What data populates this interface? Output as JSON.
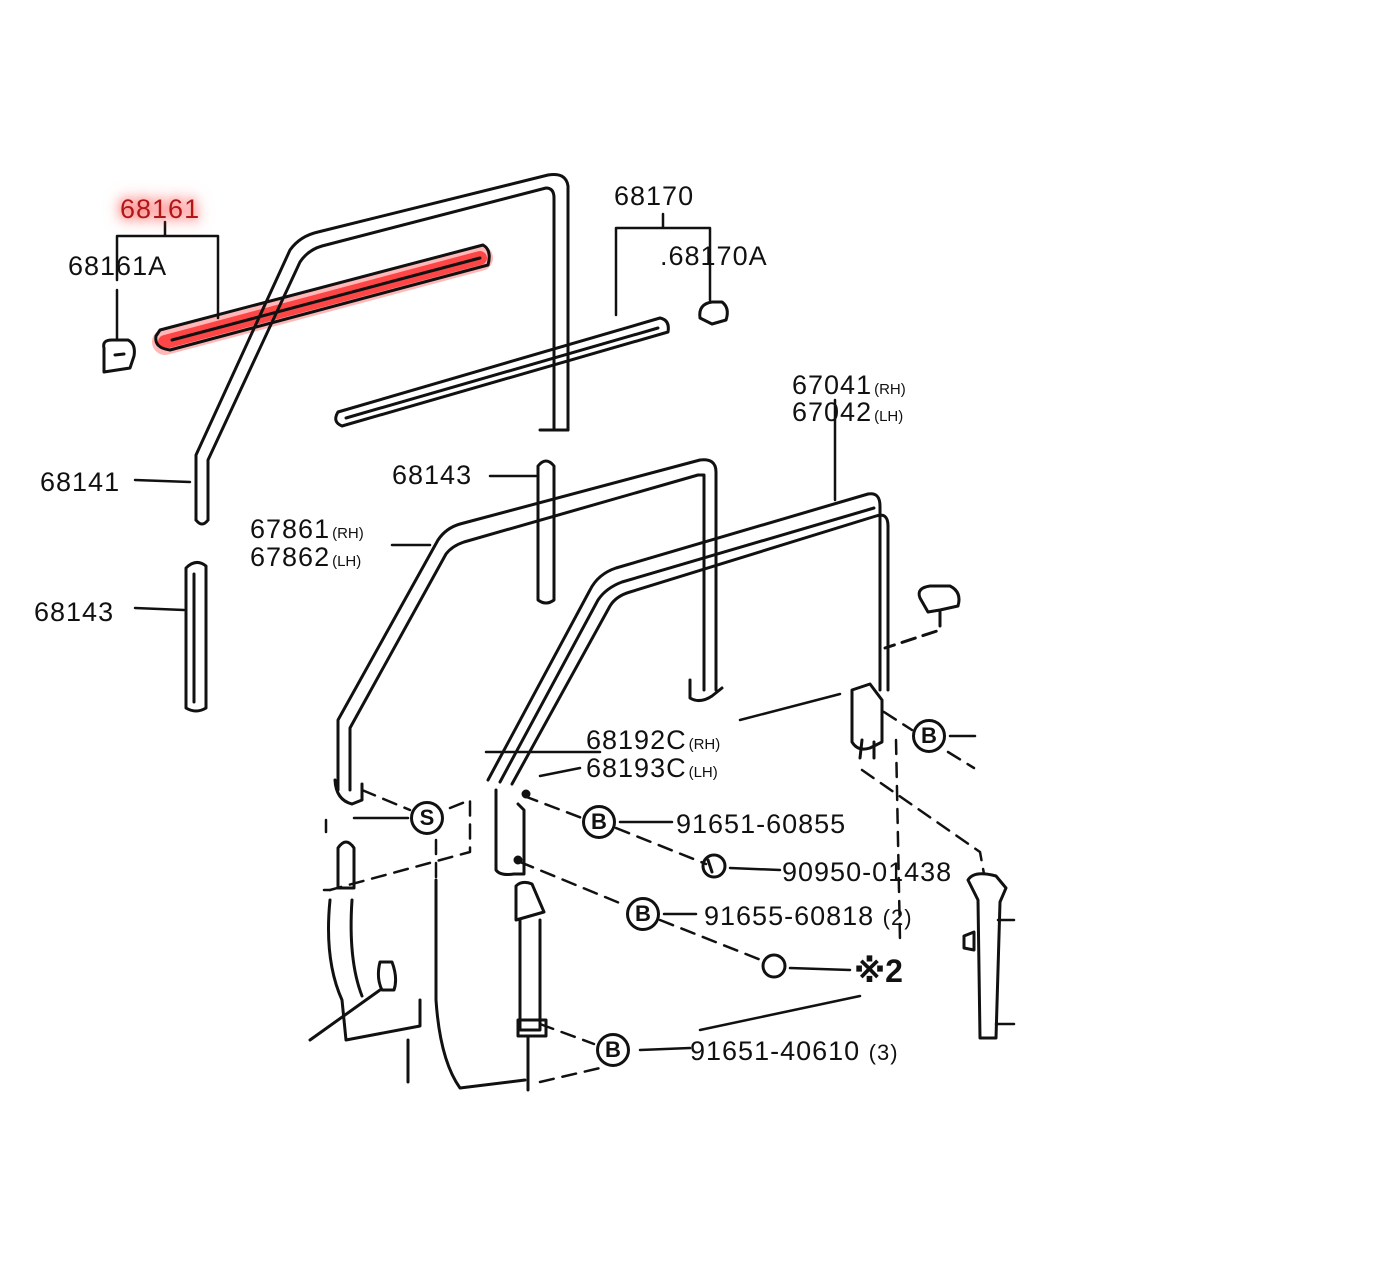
{
  "diagram": {
    "type": "exploded parts diagram",
    "subject": "Front door window frame, run channels and glass sash",
    "highlight_color": "#ff2020",
    "highlighted_part": "68161"
  },
  "labels": {
    "p68161": "68161",
    "p68161A": "68161A",
    "p68170": "68170",
    "p68170A": ".68170A",
    "p67041": "67041",
    "p67041_sfx": "(RH)",
    "p67042": "67042",
    "p67042_sfx": "(LH)",
    "p68141": "68141",
    "p68143_top": "68143",
    "p68143_left": "68143",
    "p67861": "67861",
    "p67861_sfx": "(RH)",
    "p67862": "67862",
    "p67862_sfx": "(LH)",
    "p68192C": "68192C",
    "p68192C_sfx": "(RH)",
    "p68193C": "68193C",
    "p68193C_sfx": "(LH)",
    "p91651_60855": "91651-60855",
    "p90950_01438": "90950-01438",
    "p91655_60818": "91655-60818",
    "p91655_60818_qty": "(2)",
    "note_2": "※2",
    "p91651_40610": "91651-40610",
    "p91651_40610_qty": "(3)"
  },
  "callouts": {
    "s": "S",
    "b": "B"
  }
}
